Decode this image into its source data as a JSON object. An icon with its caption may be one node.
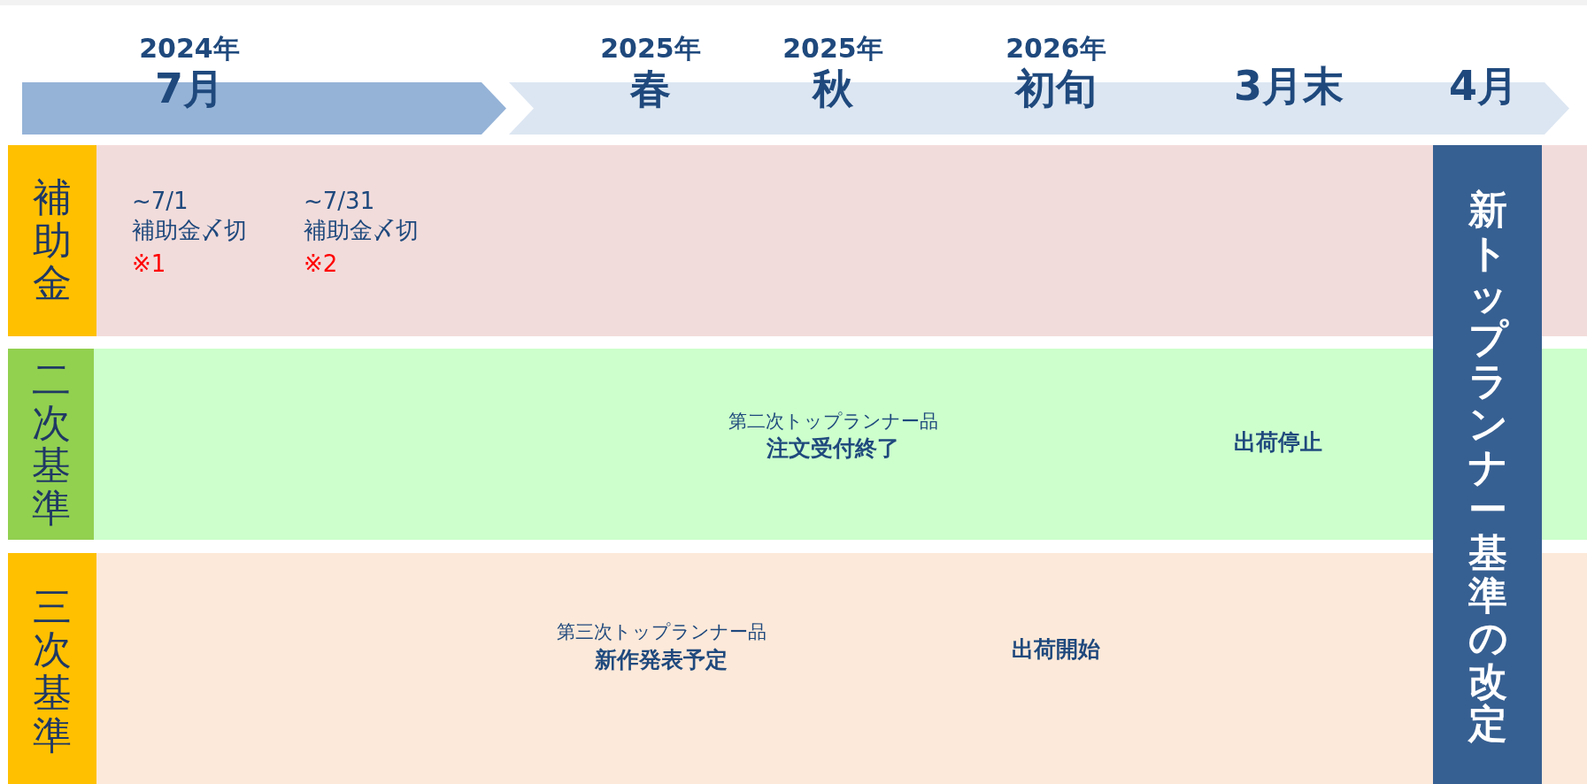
{
  "diagram": {
    "nodes": [
      {
        "text": [
          "2024年",
          "7月"
        ]
      },
      {
        "text": [
          "2025年",
          "春",
          "2025年",
          "秋",
          "2026年",
          "初旬",
          "3月末",
          "4月"
        ]
      },
      {
        "text": [
          "補助金"
        ]
      },
      {
        "text": [
          "~7/1",
          "補助金〆切",
          "※1",
          "~7/31",
          "補助金〆切",
          "※2"
        ]
      },
      {
        "text": [
          "二次基準"
        ]
      },
      {
        "text": [
          "第二次トップランナー品",
          "注文受付終了",
          "出荷停止"
        ]
      },
      {
        "text": [
          "三次基準"
        ]
      },
      {
        "text": [
          "第三次トップランナー品",
          "新作発表予定",
          "出荷開始"
        ]
      },
      {
        "text": [
          "新トップランナー基準の改定"
        ]
      }
    ]
  }
}
